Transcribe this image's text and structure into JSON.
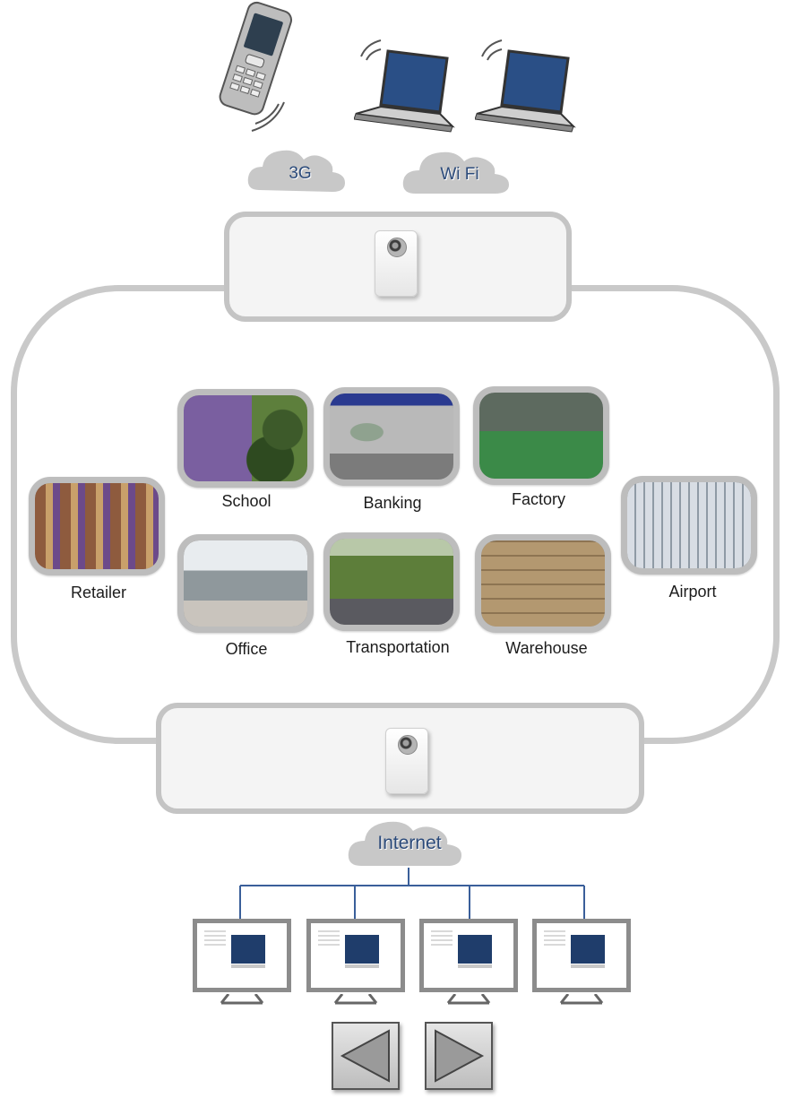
{
  "networks": {
    "cellular_label": "3G",
    "wifi_label": "Wi Fi",
    "internet_label": "Internet"
  },
  "scenes": {
    "school": "School",
    "banking": "Banking",
    "factory": "Factory",
    "retailer": "Retailer",
    "airport": "Airport",
    "office": "Office",
    "transportation": "Transportation",
    "warehouse": "Warehouse"
  },
  "icons": {
    "phone": "mobile-phone-icon",
    "laptop": "laptop-icon",
    "camera": "ip-camera-icon",
    "monitor": "monitor-icon",
    "prev": "left-triangle-icon",
    "next": "right-triangle-icon"
  },
  "colors": {
    "loop_gray": "#c9c9c9",
    "label_blue": "#2b4a7a",
    "line_blue": "#3a5f9a",
    "screen_blue": "#1f3d6b"
  }
}
